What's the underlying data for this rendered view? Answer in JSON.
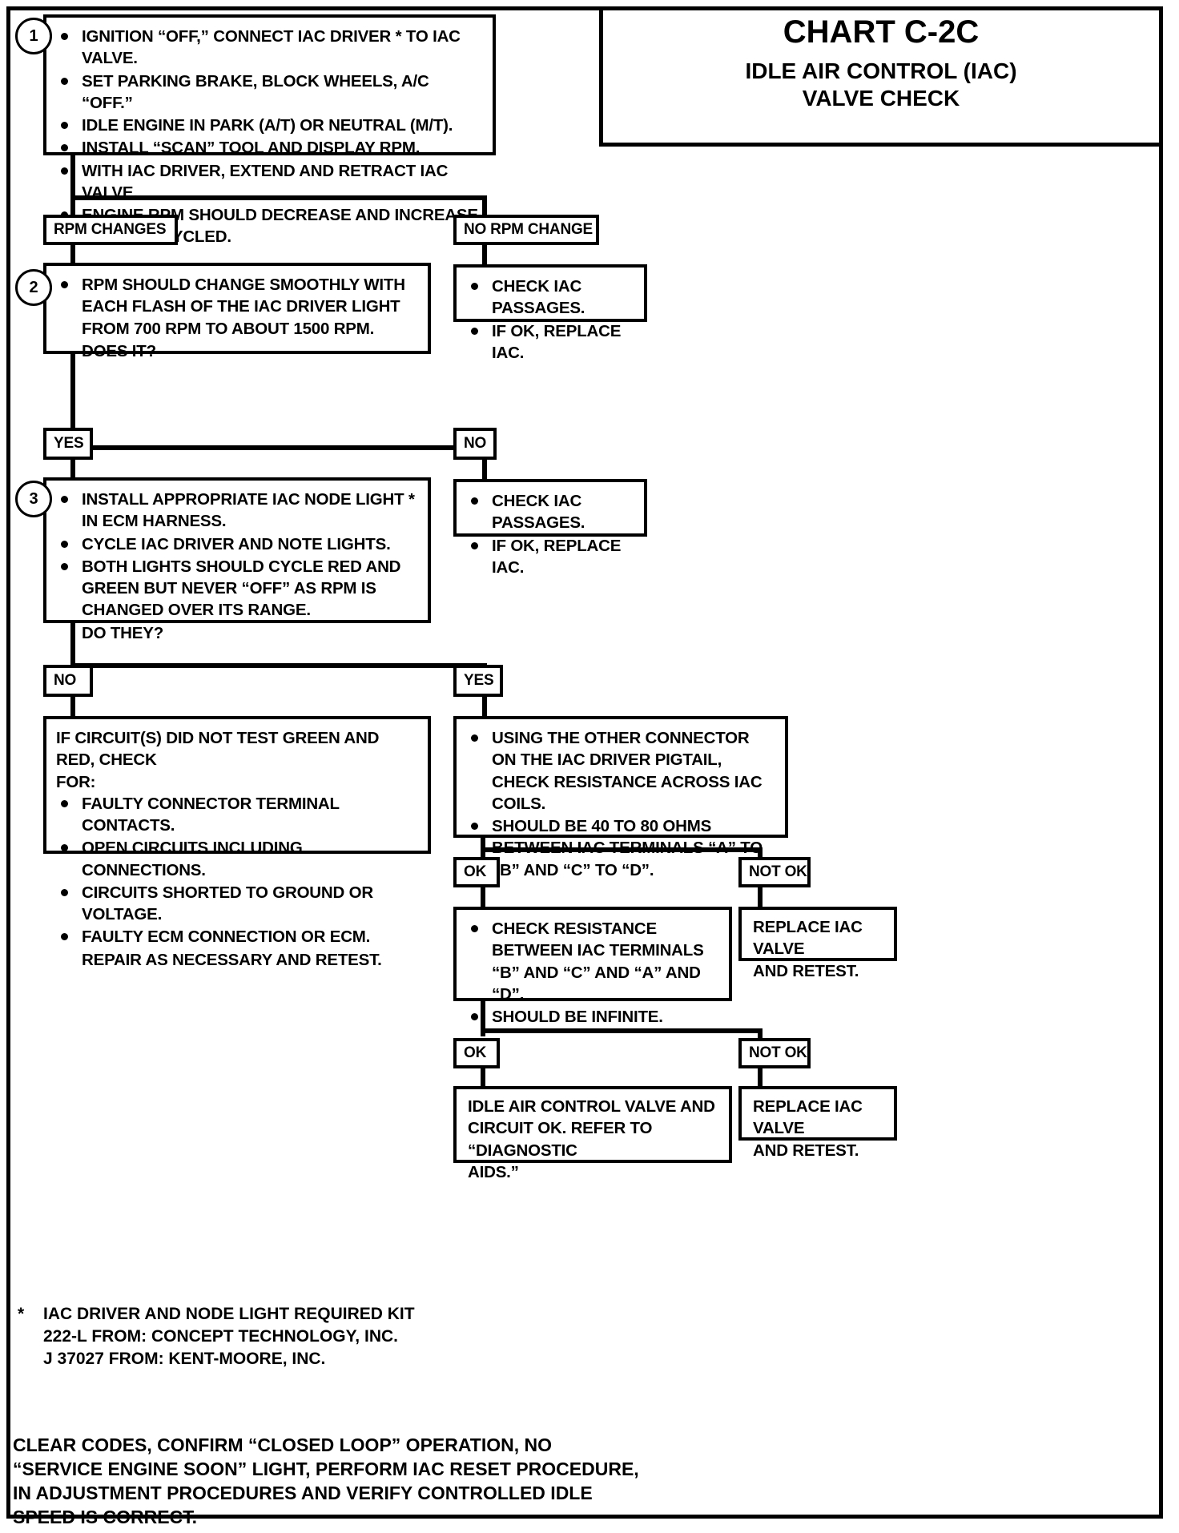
{
  "title": {
    "chart": "CHART C-2C",
    "subtitle_line1": "IDLE AIR CONTROL (IAC)",
    "subtitle_line2": "VALVE CHECK"
  },
  "steps": {
    "step1_num": "1",
    "step2_num": "2",
    "step3_num": "3"
  },
  "step1": {
    "b1": "IGNITION “OFF,” CONNECT IAC DRIVER * TO IAC VALVE.",
    "b2": "SET PARKING BRAKE, BLOCK WHEELS, A/C “OFF.”",
    "b3": "IDLE ENGINE IN PARK (A/T) OR NEUTRAL (M/T).",
    "b4": "INSTALL “SCAN” TOOL AND DISPLAY RPM.",
    "b5": "WITH IAC DRIVER, EXTEND AND RETRACT IAC VALVE.",
    "b6": "ENGINE RPM SHOULD DECREASE AND INCREASE AS IAC IS CYCLED."
  },
  "branch1": {
    "left_label": "RPM CHANGES",
    "right_label": "NO RPM CHANGE"
  },
  "step2": {
    "b1": "RPM SHOULD CHANGE SMOOTHLY WITH EACH FLASH OF THE IAC DRIVER LIGHT FROM 700 RPM TO ABOUT 1500 RPM.",
    "question": "DOES IT?"
  },
  "no_rpm_change_box": {
    "b1": "CHECK IAC PASSAGES.",
    "b2": "IF OK, REPLACE IAC."
  },
  "branch2": {
    "left_label": "YES",
    "right_label": "NO"
  },
  "step3": {
    "b1": "INSTALL APPROPRIATE IAC NODE LIGHT * IN ECM HARNESS.",
    "b2": "CYCLE IAC DRIVER AND NOTE LIGHTS.",
    "b3": "BOTH LIGHTS SHOULD CYCLE RED AND GREEN BUT NEVER “OFF” AS RPM IS CHANGED OVER ITS RANGE.",
    "question": "DO THEY?"
  },
  "step3_no_box": {
    "b1": "CHECK IAC PASSAGES.",
    "b2": "IF OK, REPLACE IAC."
  },
  "branch3": {
    "left_label": "NO",
    "right_label": "YES"
  },
  "circuit_fail_box": {
    "intro_line1": "IF CIRCUIT(S) DID NOT TEST GREEN AND RED, CHECK",
    "intro_line2": "FOR:",
    "b1": "FAULTY CONNECTOR TERMINAL CONTACTS.",
    "b2": "OPEN CIRCUITS INCLUDING CONNECTIONS.",
    "b3": "CIRCUITS SHORTED TO GROUND OR VOLTAGE.",
    "b4": "FAULTY ECM CONNECTION OR ECM.",
    "closing": "REPAIR AS NECESSARY AND RETEST."
  },
  "resistance_box": {
    "b1": "USING THE OTHER CONNECTOR ON THE IAC DRIVER PIGTAIL, CHECK RESISTANCE ACROSS IAC COILS.",
    "b2": "SHOULD BE 40 TO 80 OHMS BETWEEN IAC TERMINALS “A” TO “B” AND “C” TO “D”."
  },
  "branch4": {
    "left_label": "OK",
    "right_label": "NOT OK"
  },
  "resistance_ok_box": {
    "b1": "CHECK RESISTANCE BETWEEN IAC TERMINALS “B” AND “C” AND “A” AND “D”.",
    "b2": "SHOULD BE INFINITE."
  },
  "replace_box_1": {
    "line1": "REPLACE IAC VALVE",
    "line2": "AND RETEST."
  },
  "branch5": {
    "left_label": "OK",
    "right_label": "NOT OK"
  },
  "final_ok_box": {
    "line1": "IDLE AIR CONTROL VALVE AND",
    "line2": "CIRCUIT OK.  REFER TO “DIAGNOSTIC",
    "line3": "AIDS.”"
  },
  "replace_box_2": {
    "line1": "REPLACE IAC VALVE",
    "line2": "AND RETEST."
  },
  "footnote": {
    "star": "*",
    "line1": "IAC DRIVER AND NODE LIGHT REQUIRED KIT",
    "line2": "222-L FROM:  CONCEPT TECHNOLOGY, INC.",
    "line3": "J 37027 FROM:  KENT-MOORE, INC."
  },
  "bottom_note": {
    "line1": "CLEAR CODES, CONFIRM “CLOSED LOOP” OPERATION, NO",
    "line2": "“SERVICE ENGINE SOON” LIGHT, PERFORM IAC RESET PROCEDURE,",
    "line3": "IN ADJUSTMENT PROCEDURES  AND VERIFY CONTROLLED IDLE",
    "line4": "SPEED IS CORRECT."
  }
}
